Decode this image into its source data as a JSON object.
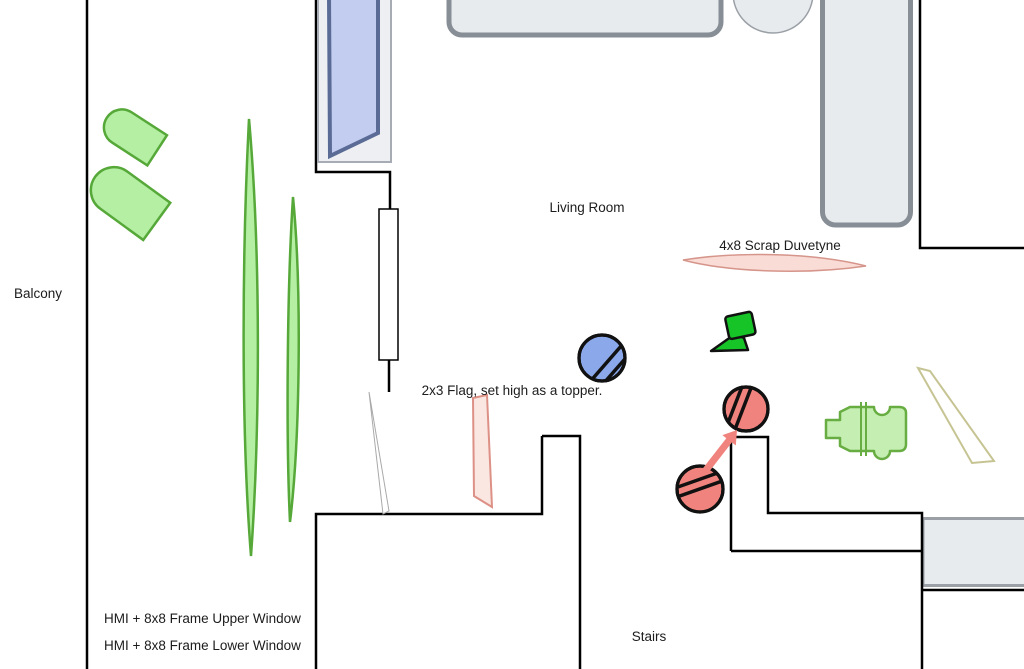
{
  "diagram": {
    "title_context": "Lighting floor plan",
    "labels": {
      "balcony": "Balcony",
      "living_room": "Living Room",
      "stairs": "Stairs",
      "scrap_duvetyne": "4x8 Scrap Duvetyne",
      "flag_note": "2x3 Flag, set high as a topper.",
      "hmi_upper": "HMI + 8x8 Frame Upper Window",
      "hmi_lower": "HMI + 8x8 Frame Lower Window"
    },
    "colors": {
      "wall": "#000000",
      "furniture_fill": "#e7ebee",
      "furniture_stroke": "#878e95",
      "furniture_thin_stroke": "#9aa0a6",
      "hmi_green_fill": "#b4efa4",
      "hmi_green_stroke": "#56a839",
      "openface_green_fill": "#c5efb2",
      "openface_green_stroke": "#67ad41",
      "fresnel_green": "#17c427",
      "blue_head_fill": "#8aa8ea",
      "red_head_fill": "#f0837d",
      "arrow": "#f0837d",
      "duvetyne_fill": "#fadcd6",
      "duvetyne_stroke": "#d6958b",
      "flag_fill": "#fbe7e2",
      "flag_stroke": "#dd9186",
      "board_stroke": "#c6c493",
      "window_glass_fill": "#c3cdf0",
      "window_glass_stroke": "#5a6b96",
      "window_frame_fill": "#edeff3",
      "window_frame_stroke": "#a7abb3",
      "outline_black": "#111111"
    },
    "objects": [
      {
        "icon": "hmi-light-upper-icon"
      },
      {
        "icon": "hmi-light-lower-icon"
      },
      {
        "icon": "frame-8x8-large-icon"
      },
      {
        "icon": "frame-8x8-small-icon"
      },
      {
        "icon": "open-window-icon"
      },
      {
        "icon": "door-icon"
      },
      {
        "icon": "sofa-top"
      },
      {
        "icon": "round-table-top"
      },
      {
        "icon": "sofa-right"
      },
      {
        "icon": "table-bottom-right"
      },
      {
        "icon": "duvetyne-icon"
      },
      {
        "icon": "fresnel-light-icon"
      },
      {
        "icon": "blue-light-head-icon"
      },
      {
        "icon": "red-light-head-upper-icon"
      },
      {
        "icon": "red-light-head-lower-icon"
      },
      {
        "icon": "move-arrow-icon"
      },
      {
        "icon": "flag-2x3-icon"
      },
      {
        "icon": "open-face-light-icon"
      },
      {
        "icon": "bounce-board-icon"
      }
    ]
  }
}
